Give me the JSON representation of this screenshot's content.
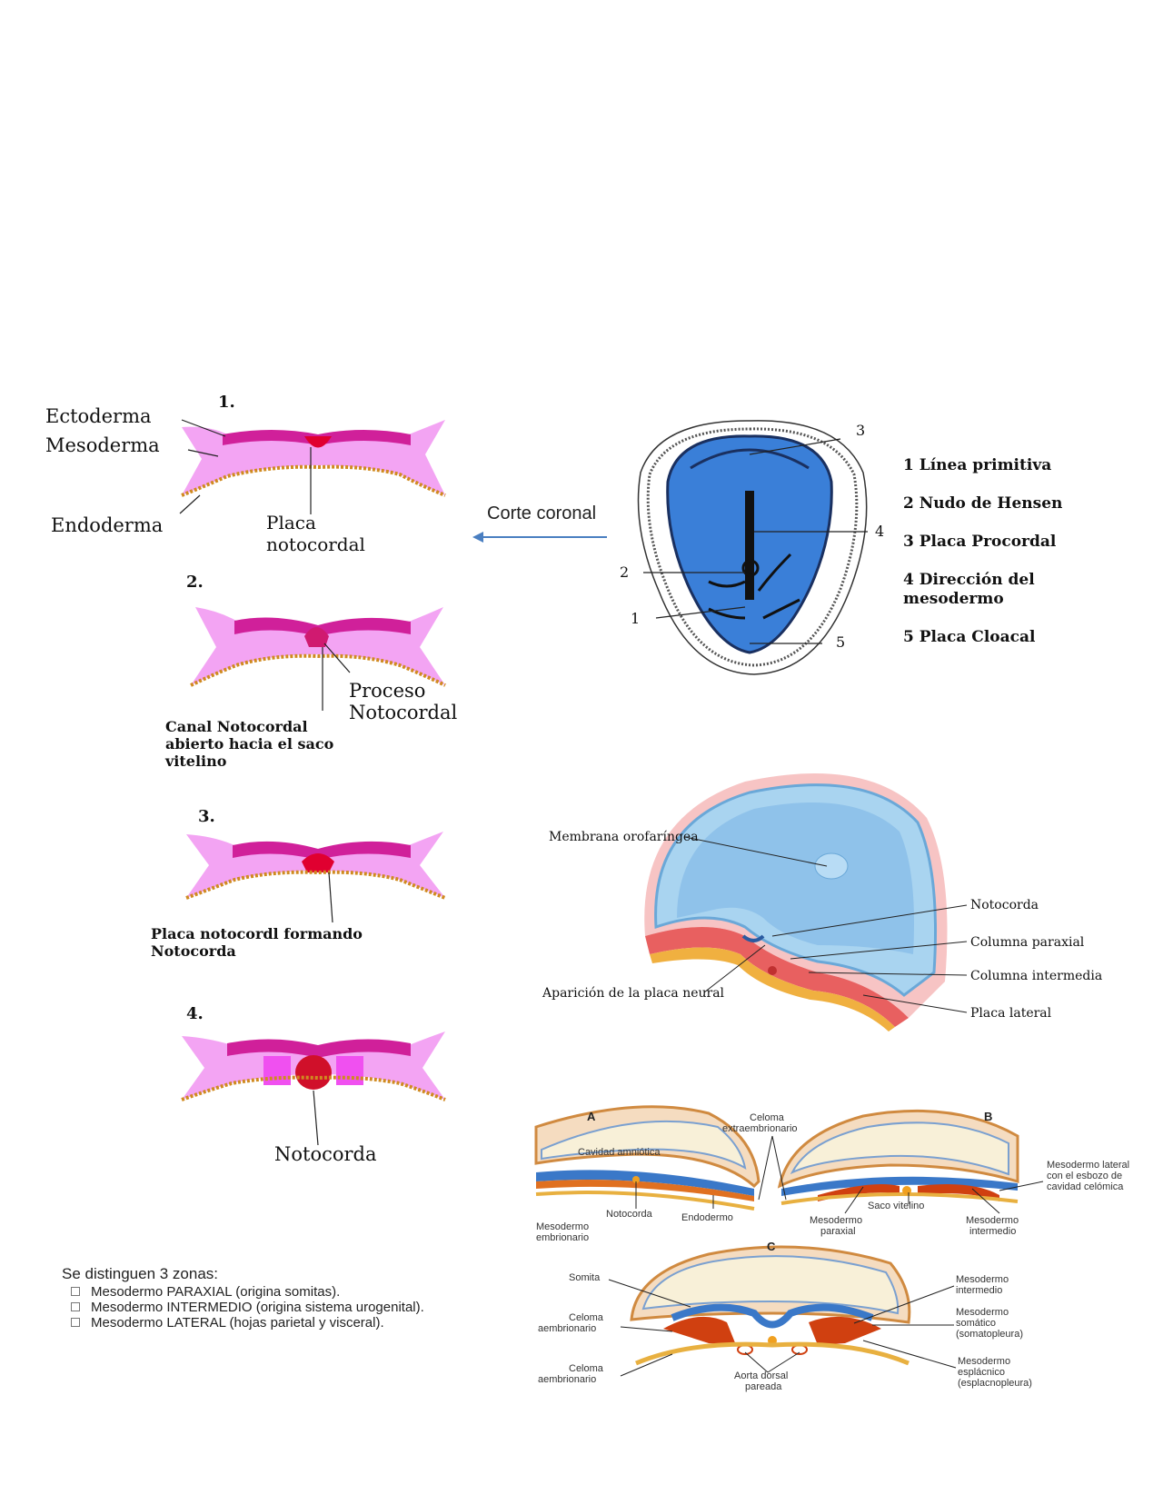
{
  "stages": {
    "s1": {
      "number": "1.",
      "ectoderm": "Ectoderma",
      "mesoderm": "Mesoderma",
      "endoderm": "Endoderma",
      "plate1": "Placa",
      "plate2": "notocordal"
    },
    "s2": {
      "number": "2.",
      "proc1": "Proceso",
      "proc2": "Notocordal",
      "canal1": "Canal Notocordal",
      "canal2": "abierto hacia el saco",
      "canal3": "vitelino"
    },
    "s3": {
      "number": "3.",
      "cap1": "Placa notocordl formando",
      "cap2": "Notocorda"
    },
    "s4": {
      "number": "4.",
      "cap": "Notocorda"
    }
  },
  "arrow_label": "Corte coronal",
  "disc": {
    "nums": [
      "1",
      "2",
      "3",
      "4",
      "5"
    ],
    "legend": [
      "1 Línea primitiva",
      "2 Nudo de Hensen",
      "3 Placa Procordal",
      "4 Dirección del",
      "mesodermo",
      "5 Placa Cloacal"
    ]
  },
  "embryo3d": {
    "membrana": "Membrana orofaríngea",
    "notocorda": "Notocorda",
    "paraxial": "Columna paraxial",
    "intermedia": "Columna intermedia",
    "lateral": "Placa lateral",
    "neural": "Aparición de la placa neural"
  },
  "sections": {
    "A": "A",
    "B": "B",
    "C": "C",
    "celoma_extra1": "Celoma",
    "celoma_extra2": "extraembrionario",
    "cavidad": "Cavidad amniótica",
    "notocorda": "Notocorda",
    "endodermo": "Endodermo",
    "meso_emb1": "Mesodermo",
    "meso_emb2": "embrionario",
    "saco": "Saco vitelino",
    "meso_par1": "Mesodermo",
    "meso_par2": "paraxial",
    "meso_int1": "Mesodermo",
    "meso_int2": "intermedio",
    "meso_lat1": "Mesodermo lateral",
    "meso_lat2": "con el esbozo de",
    "meso_lat3": "cavidad celómica",
    "somita": "Somita",
    "celoma_c1": "Celoma",
    "celoma_c2": "aembrionario",
    "celoma_c3": "Celoma",
    "celoma_c4": "aembrionario",
    "aorta1": "Aorta dorsal",
    "aorta2": "pareada",
    "c_int1": "Mesodermo",
    "c_int2": "intermedio",
    "c_som1": "Mesodermo",
    "c_som2": "somático",
    "c_som3": "(somatopleura)",
    "c_esp1": "Mesodermo",
    "c_esp2": "esplácnico",
    "c_esp3": "(esplacnopleura)"
  },
  "zones": {
    "title": "Se distinguen 3 zonas:",
    "items": [
      "Mesodermo PARAXIAL (origina somitas).",
      "Mesodermo INTERMEDIO (origina sistema urogenital).",
      "Mesodermo LATERAL (hojas parietal y visceral)."
    ]
  },
  "colors": {
    "pink": "#f0a0f0",
    "magenta": "#d0189a",
    "blue": "#3a7fd8",
    "orange": "#e07020"
  }
}
